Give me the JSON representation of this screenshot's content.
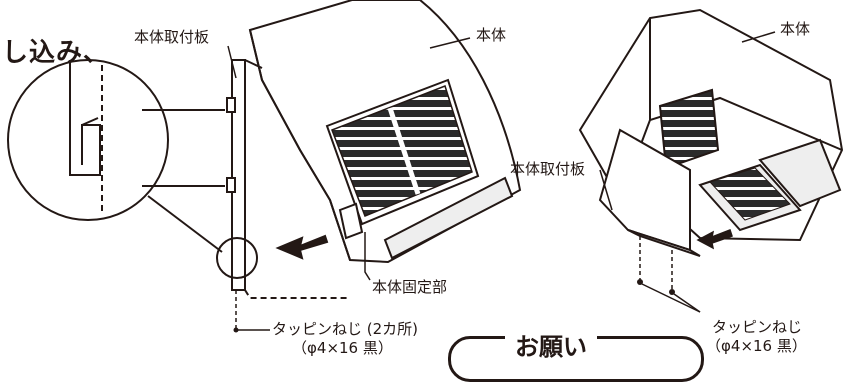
{
  "labels": {
    "insert_text": "し込み、",
    "mount_plate_left": "本体取付板",
    "body_left": "本体",
    "body_right": "本体",
    "mount_plate_right": "本体取付板",
    "fixing_part": "本体固定部",
    "screw_left": "タッピンねじ (2カ所)",
    "screw_left_spec": "（φ4×16 黒）",
    "screw_right": "タッピンねじ",
    "screw_right_spec": "（φ4×16 黒）",
    "request": "お願い"
  },
  "colors": {
    "ink": "#231815",
    "fill_light": "#d9d9d9",
    "fill_dark": "#333333"
  }
}
